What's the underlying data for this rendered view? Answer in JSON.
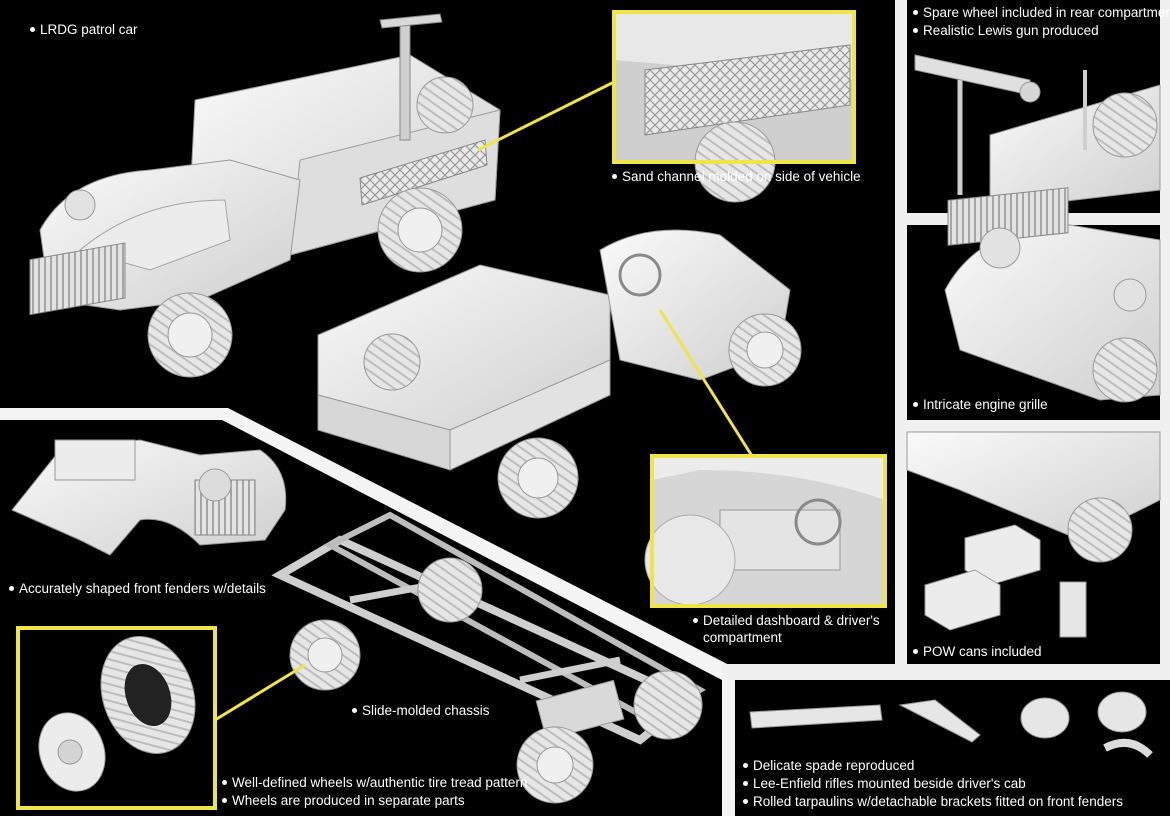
{
  "colors": {
    "background": "#000000",
    "panel_border": "#d9d9d9",
    "callout": "#efe44a",
    "model_light": "#f2f2f2",
    "model_mid": "#d8d8d8",
    "model_shadow": "#b8b8b8",
    "caption_text": "#ffffff"
  },
  "captions": {
    "patrol_car": "LRDG patrol car",
    "sand_channel": "Sand channel molded on side of vehicle",
    "spare_wheel": "Spare wheel included in rear compartment",
    "lewis_gun": "Realistic Lewis gun produced",
    "engine_grille": "Intricate engine grille",
    "front_fenders": "Accurately shaped front fenders w/details",
    "dashboard_line1": "Detailed dashboard & driver's",
    "dashboard_line2": "compartment",
    "pow_cans": "POW cans included",
    "chassis": "Slide-molded chassis",
    "wheels_tread": "Well-defined wheels w/authentic tire tread pattern",
    "wheels_separate": "Wheels are produced in separate parts",
    "spade": "Delicate spade reproduced",
    "rifles": "Lee-Enfield rifles mounted beside driver's cab",
    "tarpaulins": "Rolled tarpaulins w/detachable brackets fitted on front fenders"
  }
}
